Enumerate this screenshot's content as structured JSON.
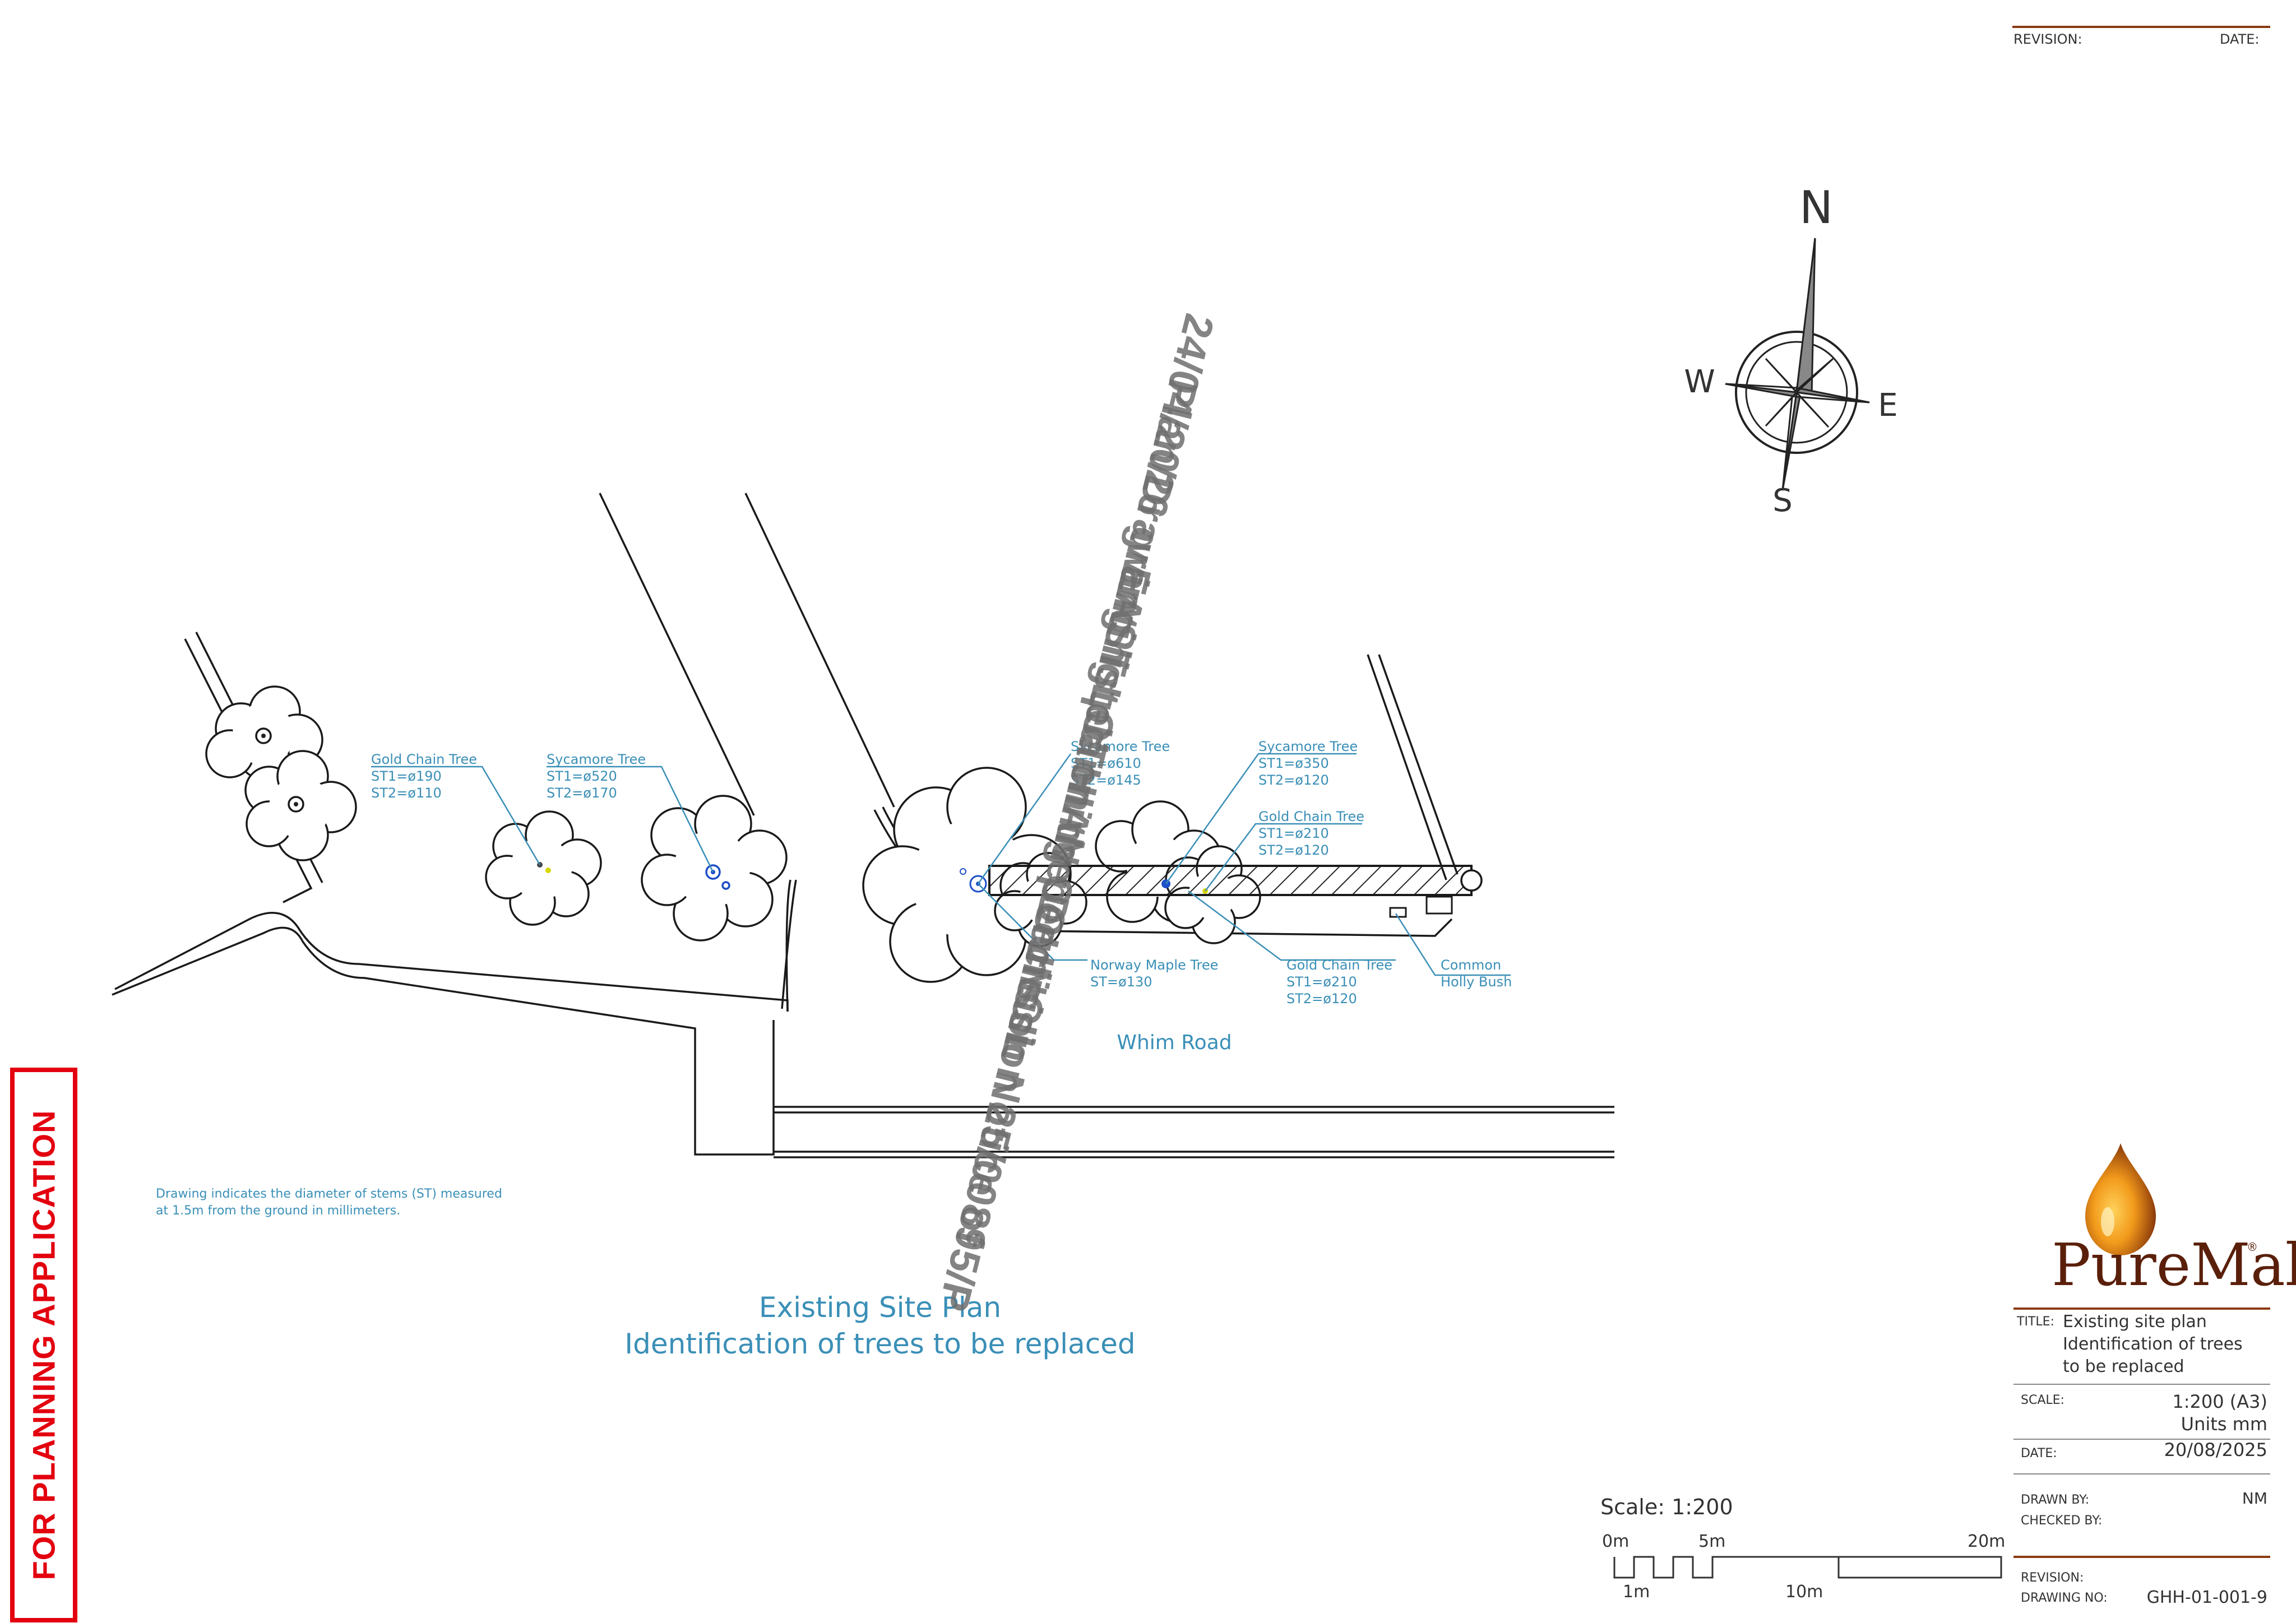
{
  "header": {
    "revision_label": "REVISION:",
    "date_label": "DATE:"
  },
  "north_arrow": {
    "n": "N",
    "s": "S",
    "e": "E",
    "w": "W"
  },
  "tree_labels": [
    {
      "name": "Gold Chain Tree",
      "l1": "ST1=ø190",
      "l2": "ST2=ø110"
    },
    {
      "name": "Sycamore Tree",
      "l1": "ST1=ø520",
      "l2": "ST2=ø170"
    },
    {
      "name": "Sycamore Tree",
      "l1": "ST1=ø610",
      "l2": "ST2=ø145"
    },
    {
      "name": "Sycamore Tree",
      "l1": "ST1=ø350",
      "l2": "ST2=ø120"
    },
    {
      "name": "Gold Chain Tree",
      "l1": "ST1=ø210",
      "l2": "ST2=ø120"
    },
    {
      "name": "Norway Maple Tree",
      "l1": "ST=ø130",
      "l2": ""
    },
    {
      "name": "Gold Chain Tree",
      "l1": "ST1=ø210",
      "l2": "ST2=ø120"
    },
    {
      "name": "Common",
      "l1": "Holly Bush",
      "l2": ""
    }
  ],
  "road_label": "Whim Road",
  "note": {
    "line1": "Drawing indicates the diameter of stems (ST) measured",
    "line2": "at 1.5m from the ground in millimeters."
  },
  "plan_title": {
    "line1": "Existing Site Plan",
    "line2": "Identification of trees to be replaced"
  },
  "scale_bar": {
    "title": "Scale: 1:200",
    "t0": "0m",
    "t5": "5m",
    "t20": "20m",
    "t1": "1m",
    "t10": "10m"
  },
  "logo": {
    "brand": "PureMalt",
    "mark": "®"
  },
  "title_block": {
    "title_label": "TITLE:",
    "title_l1": "Existing site plan",
    "title_l2": "Identification of trees",
    "title_l3": "to be replaced",
    "scale_label": "SCALE:",
    "scale_value": "1:200 (A3)",
    "units_value": "Units mm",
    "date_label": "DATE:",
    "date_value": "20/08/2025",
    "drawn_label": "DRAWN BY:",
    "drawn_value": "NM",
    "checked_label": "CHECKED BY:",
    "revision_label": "REVISION:",
    "drawing_no_label": "DRAWING NO:",
    "drawing_no_value": "GHH-01-001-9"
  },
  "stamp": "FOR PLANNING APPLICATION",
  "watermark": {
    "line1": "EAST LOTHIAN COUNCIL",
    "line2": "Plan/Drawing listed on the Decision Notice of",
    "line3": "24/04/2026 granting planning permission 25/00895/P"
  },
  "colors": {
    "cad_text": "#3a8fb7",
    "stamp": "#e3000f",
    "lines": "#1a1a1a",
    "logo_brown": "#8a3b12",
    "logo_orange": "#f29a1b"
  }
}
